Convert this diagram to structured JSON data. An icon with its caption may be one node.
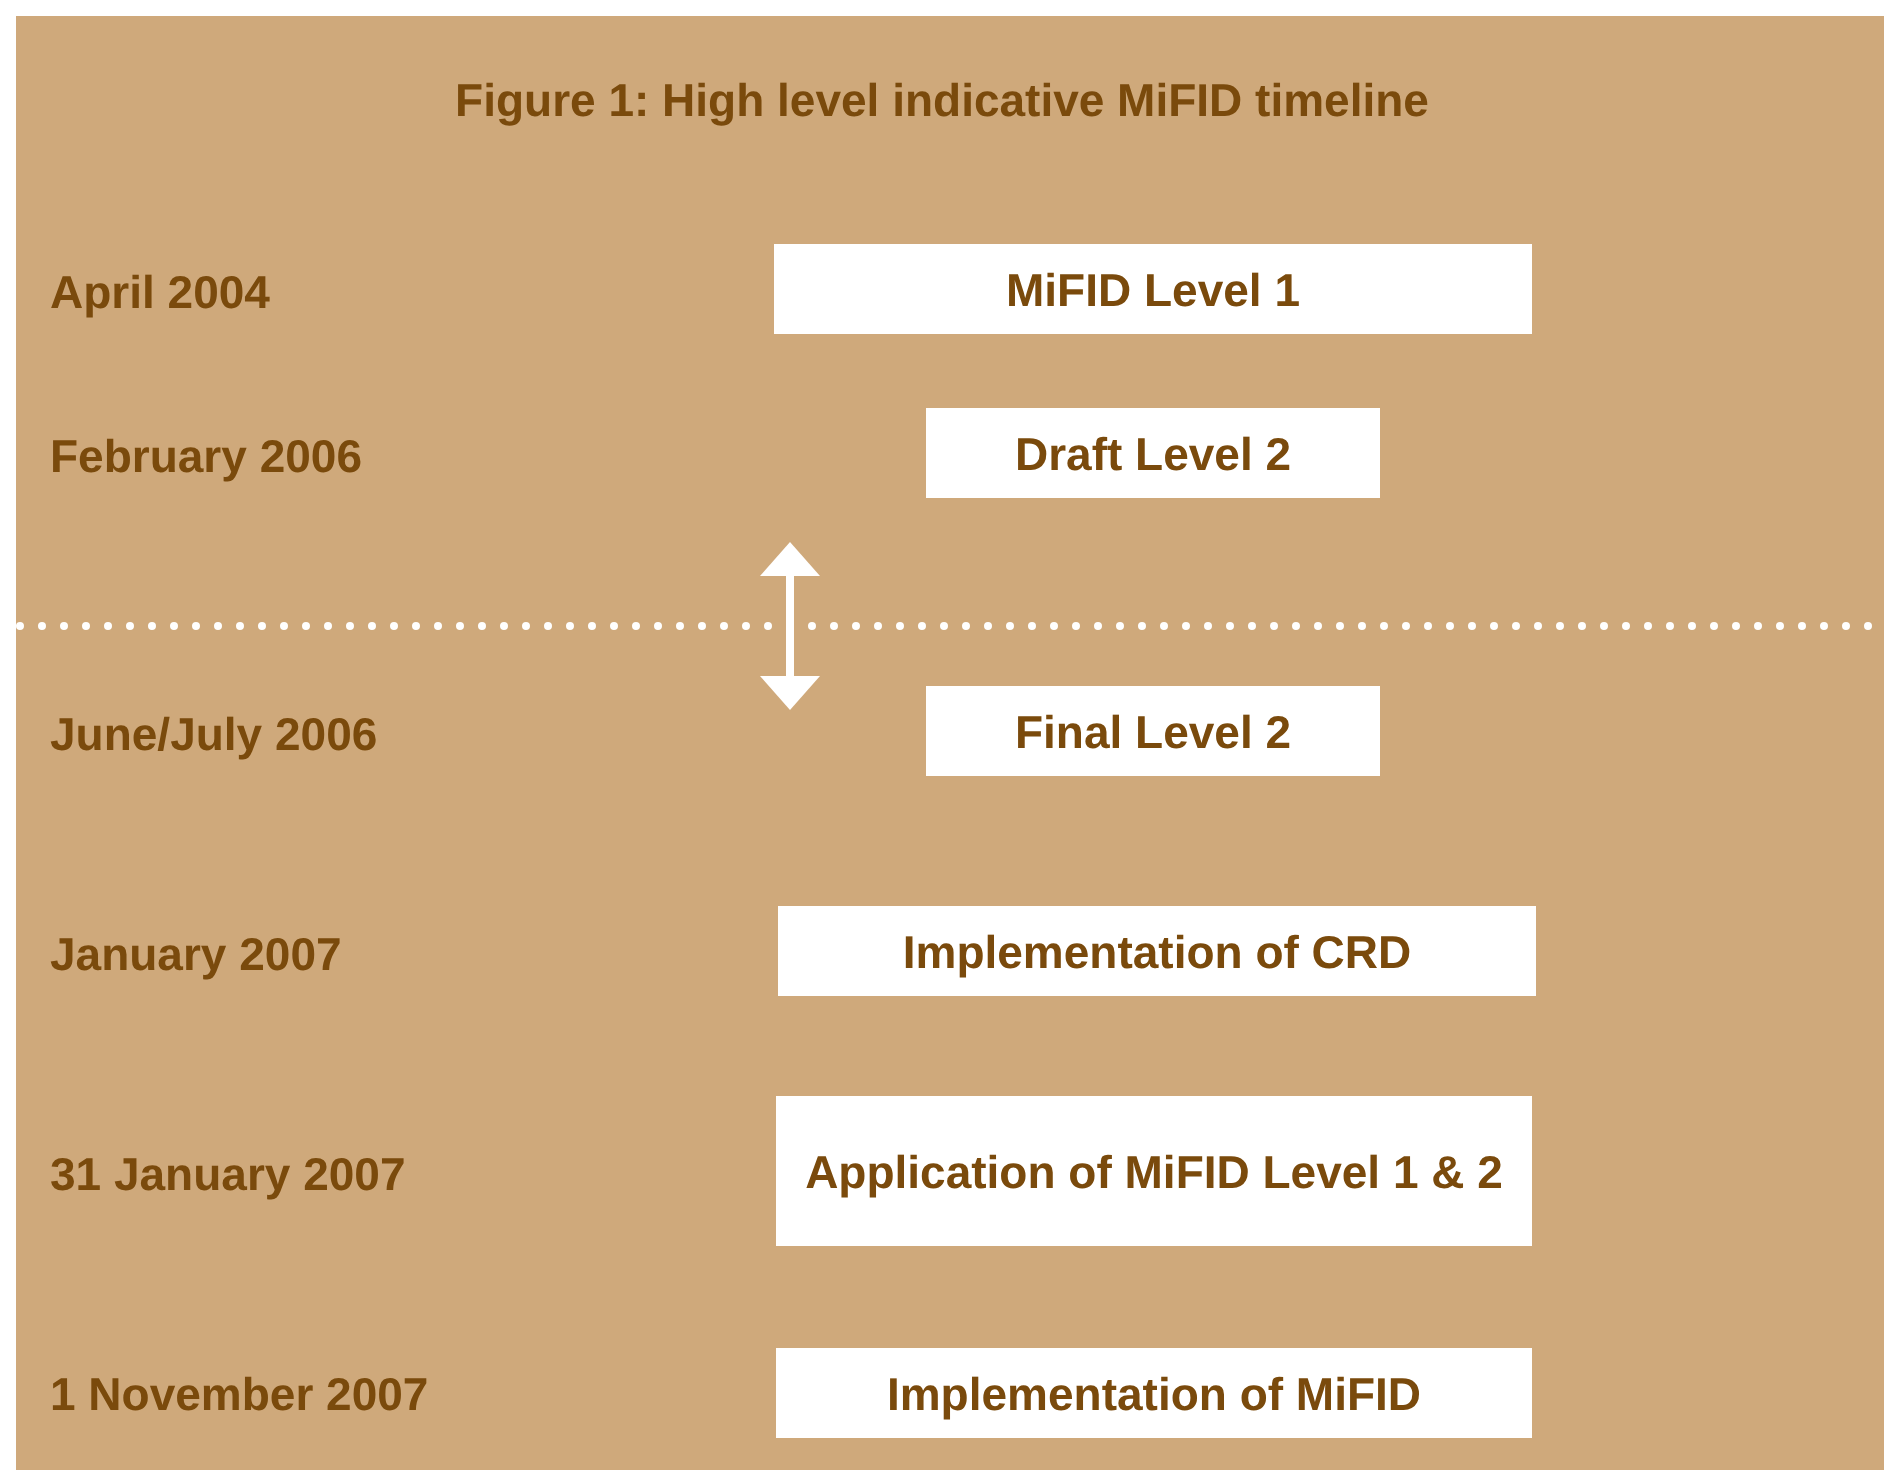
{
  "diagram": {
    "title": "Figure 1: High level indicative MiFID timeline",
    "nodes": [
      {
        "text": [
          "MiFID Level 1"
        ]
      },
      {
        "text": [
          "Draft Level 2"
        ]
      },
      {
        "text": [
          "Final Level 2"
        ]
      },
      {
        "text": [
          "Implementation of CRD"
        ]
      },
      {
        "text": [
          "Application of MiFID Level 1 & 2"
        ]
      },
      {
        "text": [
          "Implementation of MiFID"
        ]
      }
    ],
    "edges": [],
    "labels": [
      "April 2004",
      "February 2006",
      "June/July 2006",
      "January 2007",
      "31 January 2007",
      "1 November 2007"
    ]
  }
}
